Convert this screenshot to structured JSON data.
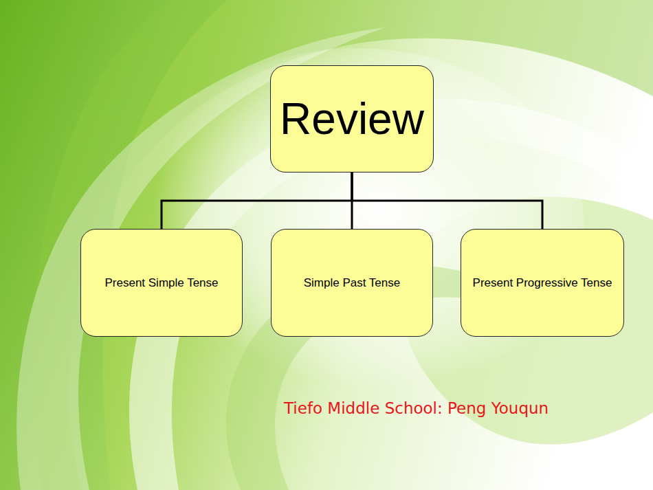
{
  "diagram": {
    "nodes": [
      {
        "text": [
          "Review"
        ]
      },
      {
        "text": [
          "Present Simple Tense"
        ]
      },
      {
        "text": [
          "Simple Past Tense"
        ]
      },
      {
        "text": [
          "Present Progressive Tense"
        ]
      }
    ],
    "edges": [
      {
        "from": 0,
        "to": 1,
        "arrow": "none"
      },
      {
        "from": 0,
        "to": 2,
        "arrow": "none"
      },
      {
        "from": 0,
        "to": 3,
        "arrow": "none"
      }
    ],
    "labels": [
      "Tiefo Middle School:  Peng Youqun"
    ]
  }
}
